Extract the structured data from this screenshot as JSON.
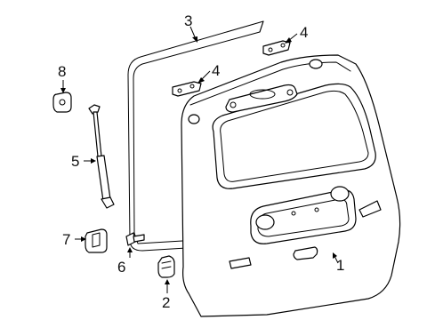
{
  "diagram": {
    "callouts": [
      {
        "id": "c1",
        "label": "1"
      },
      {
        "id": "c2",
        "label": "2"
      },
      {
        "id": "c3",
        "label": "3"
      },
      {
        "id": "c4a",
        "label": "4"
      },
      {
        "id": "c4b",
        "label": "4"
      },
      {
        "id": "c5",
        "label": "5"
      },
      {
        "id": "c6",
        "label": "6"
      },
      {
        "id": "c7",
        "label": "7"
      },
      {
        "id": "c8",
        "label": "8"
      }
    ]
  }
}
